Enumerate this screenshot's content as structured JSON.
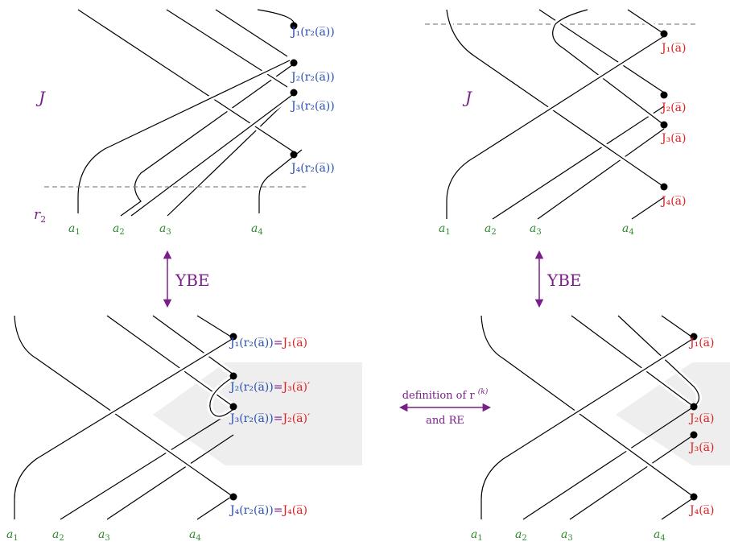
{
  "colors": {
    "purple": "#7a1f8a",
    "green": "#2e8b2e",
    "blue": "#2a4fb0",
    "red": "#e02020",
    "shade": "#eeeeee"
  },
  "panels": {
    "top_left": {
      "region_label": "J",
      "cut_label": "r",
      "cut_label_sub": "2",
      "bottom_labels": [
        {
          "base": "a",
          "sub": "1"
        },
        {
          "base": "a",
          "sub": "2"
        },
        {
          "base": "a",
          "sub": "3"
        },
        {
          "base": "a",
          "sub": "4"
        }
      ],
      "endpoint_labels": [
        "J₁(r₂(a̅))",
        "J₂(r₂(a̅))",
        "J₃(r₂(a̅))",
        "J₄(r₂(a̅))"
      ]
    },
    "top_right": {
      "region_label": "J",
      "bottom_labels": [
        {
          "base": "a",
          "sub": "1"
        },
        {
          "base": "a",
          "sub": "2"
        },
        {
          "base": "a",
          "sub": "3"
        },
        {
          "base": "a",
          "sub": "4"
        }
      ],
      "endpoint_labels": [
        "J₁(a̅)",
        "J₂(a̅)",
        "J₃(a̅)",
        "J₄(a̅)"
      ]
    },
    "bottom_left": {
      "bottom_labels": [
        {
          "base": "a",
          "sub": "1"
        },
        {
          "base": "a",
          "sub": "2"
        },
        {
          "base": "a",
          "sub": "3"
        },
        {
          "base": "a",
          "sub": "4"
        }
      ],
      "endpoint_labels": [
        {
          "lhs": "J₁(r₂(a̅))",
          "eq": "=",
          "rhs": "J₁(a̅)"
        },
        {
          "lhs": "J₂(r₂(a̅))",
          "eq": "=",
          "rhs": "J₃(a̅)′"
        },
        {
          "lhs": "J₃(r₂(a̅))",
          "eq": "=",
          "rhs": "J₂(a̅)′"
        },
        {
          "lhs": "J₄(r₂(a̅))",
          "eq": "=",
          "rhs": "J₄(a̅)"
        }
      ]
    },
    "bottom_right": {
      "bottom_labels": [
        {
          "base": "a",
          "sub": "1"
        },
        {
          "base": "a",
          "sub": "2"
        },
        {
          "base": "a",
          "sub": "3"
        },
        {
          "base": "a",
          "sub": "4"
        }
      ],
      "endpoint_labels": [
        "J₁(a̅)",
        "J₂(a̅)",
        "J₃(a̅)",
        "J₄(a̅)"
      ]
    }
  },
  "arrows": {
    "left_vertical": "YBE",
    "right_vertical": "YBE",
    "horizontal_line1": "definition of r",
    "horizontal_line1_sup": "(k)",
    "horizontal_line2": "and RE"
  }
}
